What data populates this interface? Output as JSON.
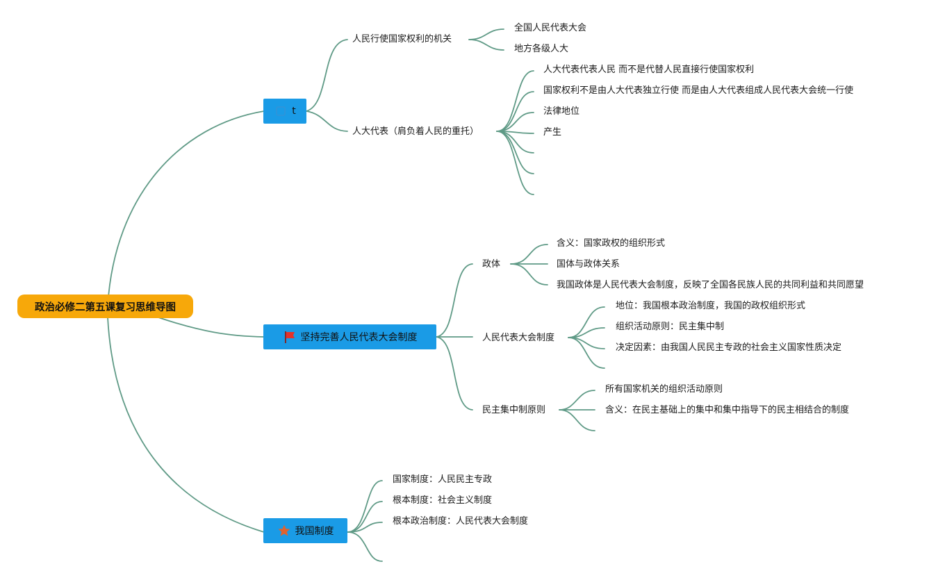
{
  "colors": {
    "connector": "#5f9a86",
    "central_fill": "#f7a80a",
    "branch_fill": "#1a9be6",
    "flag_icon": "#e5322b",
    "star_icon": "#e0632f",
    "blue_square_icon": "#1a9be6"
  },
  "central_topic": "政治必修二第五课复习思维导图",
  "branches": {
    "b1": {
      "icon": "blue-square-icon",
      "label": "t",
      "subtopics": {
        "organ": {
          "label": "人民行使国家权利的机关",
          "items": [
            "全国人民代表大会",
            "地方各级人大"
          ]
        },
        "deputy": {
          "label": "人大代表（肩负着人民的重托）",
          "items": [
            "人大代表代表人民 而不是代替人民直接行使国家权利",
            "国家权利不是由人大代表独立行使 而是由人大代表组成人民代表大会统一行使",
            "法律地位",
            "产生",
            "",
            "",
            ""
          ]
        }
      }
    },
    "b2": {
      "icon": "red-flag-icon",
      "label": "坚持完善人民代表大会制度",
      "subtopics": {
        "zhengti": {
          "label": "政体",
          "items": [
            "含义：国家政权的组织形式",
            "国体与政体关系",
            "我国政体是人民代表大会制度，反映了全国各民族人民的共同利益和共同愿望"
          ]
        },
        "npc_system": {
          "label": "人民代表大会制度",
          "items": [
            "地位：我国根本政治制度，我国的政权组织形式",
            "组织活动原则：民主集中制",
            "决定因素：由我国人民民主专政的社会主义国家性质决定",
            ""
          ]
        },
        "centralism": {
          "label": "民主集中制原则",
          "items": [
            "所有国家机关的组织活动原则",
            "含义：在民主基础上的集中和集中指导下的民主相结合的制度",
            ""
          ]
        }
      }
    },
    "b3": {
      "icon": "orange-star-icon",
      "label": "我国制度",
      "items": [
        "国家制度：人民民主专政",
        "根本制度：社会主义制度",
        "根本政治制度：人民代表大会制度",
        ""
      ]
    }
  }
}
